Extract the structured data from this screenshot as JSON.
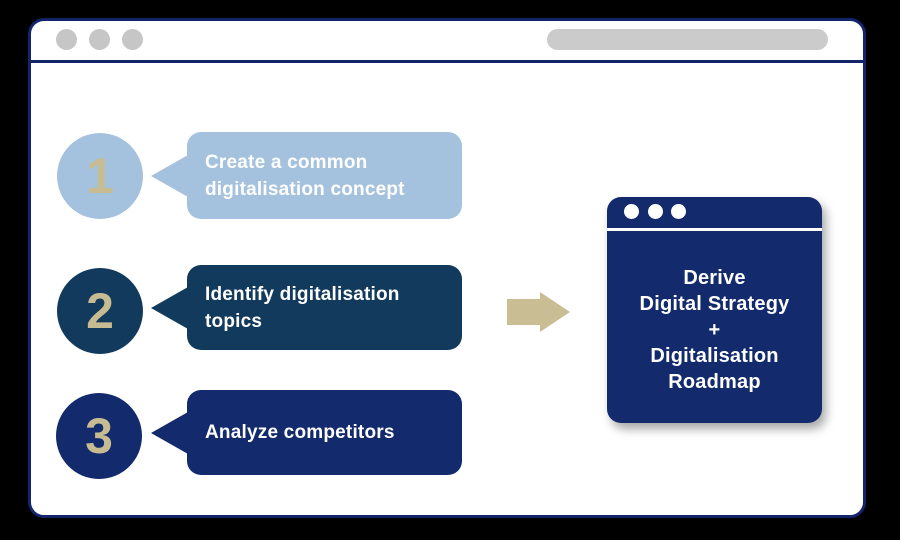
{
  "colors": {
    "background": "#000000",
    "window_border_navy": "#12256a",
    "light_blue": "#a4c2dd",
    "dark_teal": "#123a5c",
    "navy": "#132a6d",
    "tan": "#c7bb92",
    "arrow_tan": "#c9bd94",
    "titlebar_dot_gray": "#c6c6c6",
    "address_pill_gray": "#cbcbcb",
    "text_white": "#ffffff"
  },
  "browser": {
    "window_controls_count": 3,
    "address_bar_value": ""
  },
  "steps": [
    {
      "number": "1",
      "label": "Create a common\ndigitalisation concept"
    },
    {
      "number": "2",
      "label": "Identify digitalisation\ntopics"
    },
    {
      "number": "3",
      "label": "Analyze competitors"
    }
  ],
  "arrow": {
    "direction": "right"
  },
  "result_window": {
    "lines": [
      "Derive",
      "Digital Strategy",
      "+",
      "Digitalisation",
      "Roadmap"
    ]
  }
}
